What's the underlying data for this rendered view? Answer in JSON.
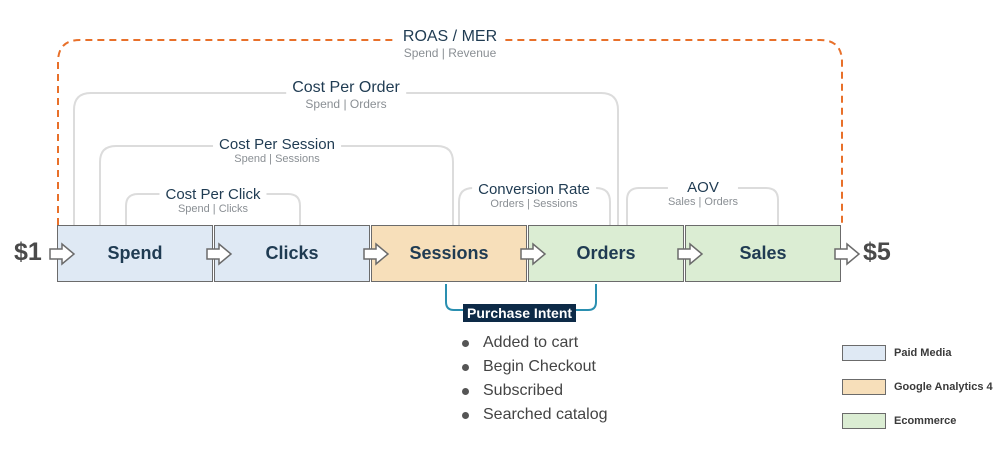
{
  "diagram": {
    "boundaries": {
      "start": "$1",
      "end": "$5"
    },
    "stages": [
      {
        "label": "Spend",
        "color": "#dfe9f4"
      },
      {
        "label": "Clicks",
        "color": "#dfe9f4"
      },
      {
        "label": "Sessions",
        "color": "#f7dfba"
      },
      {
        "label": "Orders",
        "color": "#dbedd3"
      },
      {
        "label": "Sales",
        "color": "#dbedd3"
      }
    ],
    "metrics": [
      {
        "name": "ROAS / MER",
        "formula": "Spend | Revenue",
        "highlight": true
      },
      {
        "name": "Cost Per Order",
        "formula": "Spend | Orders"
      },
      {
        "name": "Cost Per Session",
        "formula": "Spend | Sessions"
      },
      {
        "name": "Cost Per Click",
        "formula": "Spend | Clicks"
      },
      {
        "name": "Conversion Rate",
        "formula": "Orders | Sessions"
      },
      {
        "name": "AOV",
        "formula": "Sales | Orders"
      }
    ],
    "purchase_intent": {
      "title": "Purchase Intent",
      "items": [
        "Added to cart",
        "Begin Checkout",
        "Subscribed",
        "Searched catalog"
      ]
    },
    "legend": [
      {
        "label": "Paid Media",
        "color": "#dfe9f4"
      },
      {
        "label": "Google Analytics 4",
        "color": "#f7dfba"
      },
      {
        "label": "Ecommerce",
        "color": "#dbedd3"
      }
    ],
    "colors": {
      "highlight_bracket": "#e8702a",
      "bracket": "#dcdcdc",
      "intent_bracket": "#2a8fb0",
      "title_text": "#1f3b52"
    }
  }
}
